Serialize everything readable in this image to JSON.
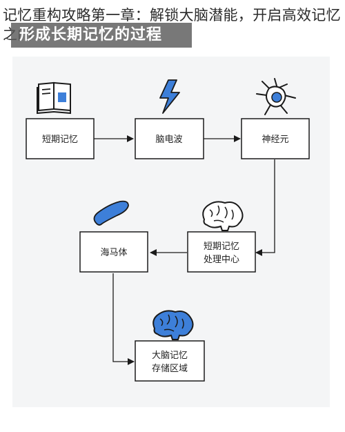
{
  "page": {
    "title": "记忆重构攻略第一章：解锁大脑潜能，开启高效记忆之门",
    "overlay_caption": "形成长期记忆的过程"
  },
  "diagram": {
    "nodes": {
      "short_term": "短期记忆",
      "brainwave": "脑电波",
      "neuron": "神经元",
      "processing_line1": "短期记忆",
      "processing_line2": "处理中心",
      "hippocampus": "海马体",
      "storage_line1": "大脑记忆",
      "storage_line2": "存储区域"
    },
    "colors": {
      "accent_blue": "#3d7fd9",
      "outline": "#1a1a1a",
      "panel_bg": "#f4f5f6",
      "box_bg": "#ffffff"
    },
    "icons": [
      "book-icon",
      "lightning-icon",
      "neuron-icon",
      "brain-outline-icon",
      "hippocampus-icon",
      "brain-blue-icon"
    ]
  }
}
